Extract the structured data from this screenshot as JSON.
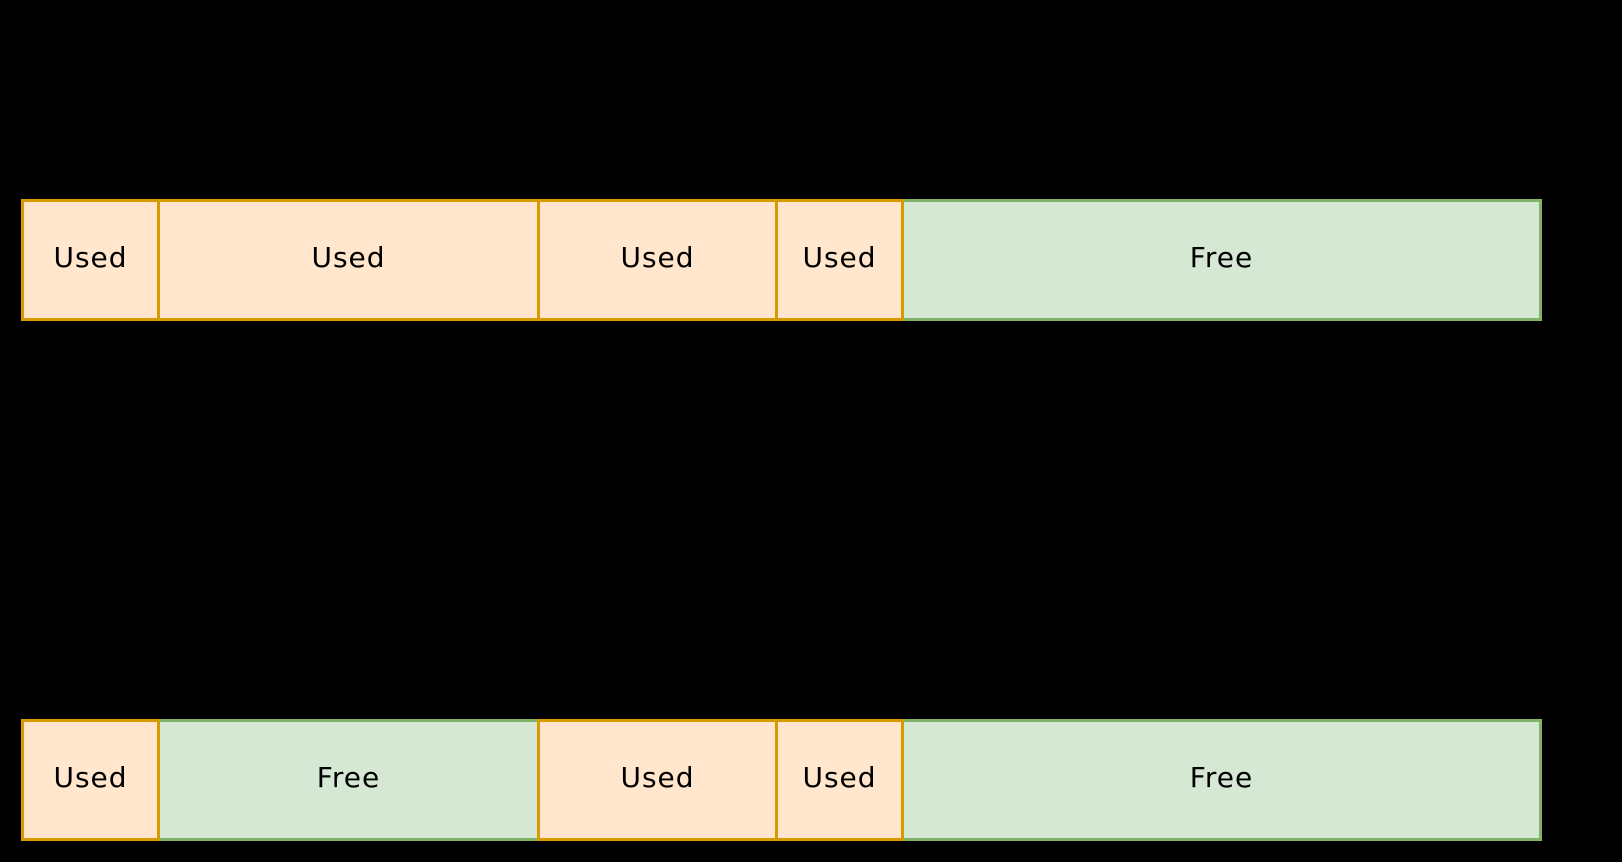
{
  "diagram": {
    "description": "Memory blocks diagram with two allocation states",
    "colors": {
      "background": "#000000",
      "used_fill": "#FFE6CC",
      "used_border": "#D79B00",
      "free_fill": "#D5E8D4",
      "free_border": "#82B366",
      "label_text": "#000000"
    },
    "bars": [
      {
        "position": "top",
        "segments": [
          {
            "label": "Used",
            "type": "used"
          },
          {
            "label": "Used",
            "type": "used"
          },
          {
            "label": "Used",
            "type": "used"
          },
          {
            "label": "Used",
            "type": "used"
          },
          {
            "label": "Free",
            "type": "free"
          }
        ]
      },
      {
        "position": "bottom",
        "segments": [
          {
            "label": "Used",
            "type": "used"
          },
          {
            "label": "Free",
            "type": "free"
          },
          {
            "label": "Used",
            "type": "used"
          },
          {
            "label": "Used",
            "type": "used"
          },
          {
            "label": "Free",
            "type": "free"
          }
        ]
      }
    ]
  }
}
